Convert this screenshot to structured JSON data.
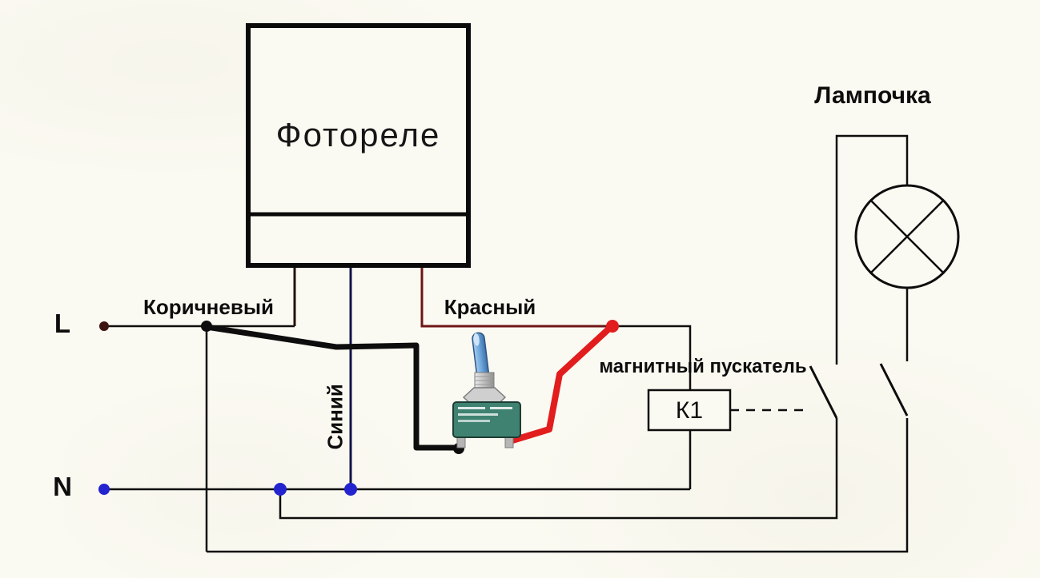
{
  "labels": {
    "photorelay": "Фотореле",
    "lamp": "Лампочка",
    "wire_brown": "Коричневый",
    "wire_red": "Красный",
    "wire_blue": "Синий",
    "magnetic_starter": "магнитный пускатель",
    "contactor_coil": "К1",
    "terminal_line": "L",
    "terminal_neutral": "N"
  },
  "colors": {
    "wire_black": "#0d0d0d",
    "wire_red": "#e21d1d",
    "wire_dark_red": "#6e1616",
    "wire_blue_dark": "#14144a",
    "dot_blue": "#2323cf",
    "dot_brown": "#3c1412",
    "background": "#fbfaf2"
  }
}
